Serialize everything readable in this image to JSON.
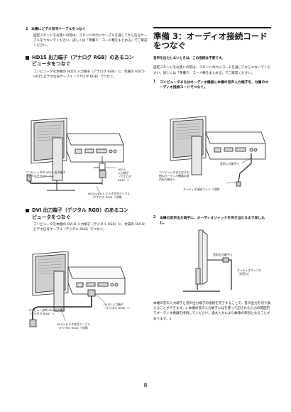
{
  "left": {
    "step2_title": "2　本機にビデオ信号ケーブルをつなぐ",
    "step2_body": "固定スタンドをお使いの際は、スタンドの穴にケーブルを通してから信号ケーブルをつないでください。詳しくは「準備５：コード類をまとめる」でご確認ください。",
    "hd15_heading_1": "HD15 出力端子（アナログ RGB）のあるコン",
    "hd15_heading_2": "ピュータをつなぐ",
    "hd15_body": "コンピュータを本機の HD15 入力端子（アナログ RGB）に、付属の HD15-HD15 ビデオ信号ケーブル（アナログ RGB）でつなぐ。",
    "fig1": {
      "label_pc_1": "コンピュータの HD15 出力端子",
      "label_pc_2": "（アナログ RGB）へ",
      "label_in_1": "HD15",
      "label_in_2": "入力端子",
      "label_in_3": "（アナログ",
      "label_in_4": "RGB）へ",
      "label_cable_1": "HD15-HD15 ビデオ信号ケーブル",
      "label_cable_2": "（アナログ RGB）（付属）"
    },
    "dvi_heading_1": "DVI 出力端子（デジタル RGB）のあるコン",
    "dvi_heading_2": "ピュータをつなぐ",
    "dvi_body": "コンピュータを本機の DVI-D 入力端子（デジタル RGB）に、付属の DVI-D ビデオ信号ケーブル（デジタル RGB）でつなぐ。",
    "fig2": {
      "label_in_1": "DVI-D 入力端子",
      "label_in_2": "（デジタル RGB）へ",
      "label_pc_1": "コンピュータの DVI 出力端子",
      "label_pc_2": "（デジタル RGB）へ",
      "label_cable_1": "DVI-D ビデオ信号ケーブル",
      "label_cable_2": "（デジタル RGB）（付属）"
    }
  },
  "right": {
    "title_1": "準備 3：オーディオ接続コード",
    "title_2": "をつなぐ",
    "lead": "音声を出力しないときは、この接続は不要です。",
    "intro": "固定スタンドをお使いの際は、スタンドの穴にコードを通してからつないでください。詳しくは「準備５：コード類をまとめる」でご確認ください。",
    "step1_num": "1",
    "step1_text": "コンピュータまたはオーディオ機器と本機の音声入力端子を、付属のオーディオ接続コードでつなぐ。",
    "fig3": {
      "label_in": "音声入力端子へ",
      "label_pc_1": "コンピュータまたはその",
      "label_pc_2": "他のオーディオ機器の音",
      "label_pc_3": "声出力端子へ",
      "label_cable": "オーディオ接続コード（付属）"
    },
    "step2_num": "2",
    "step2_text": "本機の音声出力端子に、オーディオジャックを突き当たるまで差し込む。",
    "fig4": {
      "label_out": "音声出力端子へ",
      "label_cable_1": "オーディオケーブル",
      "label_cable_2": "（別売り）"
    },
    "note": "本機の音声入力端子と音声出力端子の接続を完了することで、音声出力を切り換えることができます。a 本機の音声入力端子にはを使って記された入力の範囲内でオーディオ機器を接続してください。過大入力により故障の原因となることがあります。a"
  },
  "page_number": "8"
}
